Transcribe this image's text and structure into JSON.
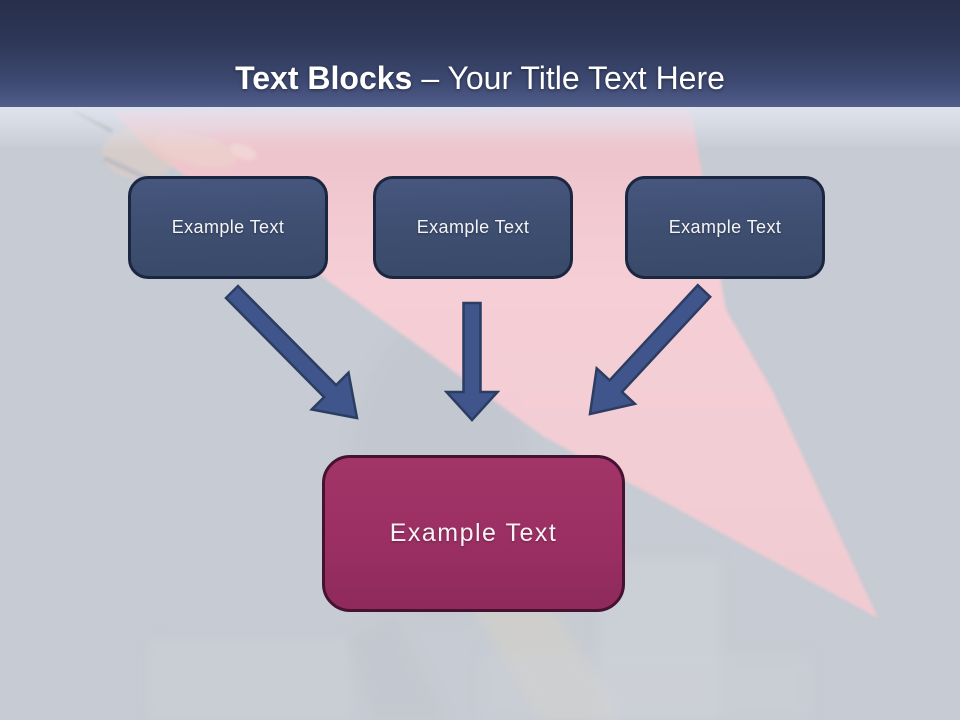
{
  "slide": {
    "header": {
      "title_bold": "Text Blocks",
      "title_rest": "– Your Title Text Here"
    },
    "top_blocks": [
      {
        "label": "Example Text"
      },
      {
        "label": "Example Text"
      },
      {
        "label": "Example Text"
      }
    ],
    "result_block": {
      "label": "Example Text"
    },
    "colors": {
      "header_top": "#272F4A",
      "header_bottom": "#515E8A",
      "background_gray": "#C7CBD3",
      "flag_pink": "#F7CDD3",
      "block_fill": "#3E4E70",
      "block_border": "#1B2641",
      "arrow_fill": "#40558B",
      "arrow_border": "#2B3D62",
      "result_fill": "#9B2F63",
      "result_border": "#451232",
      "title_text": "#FFFFFF"
    }
  }
}
